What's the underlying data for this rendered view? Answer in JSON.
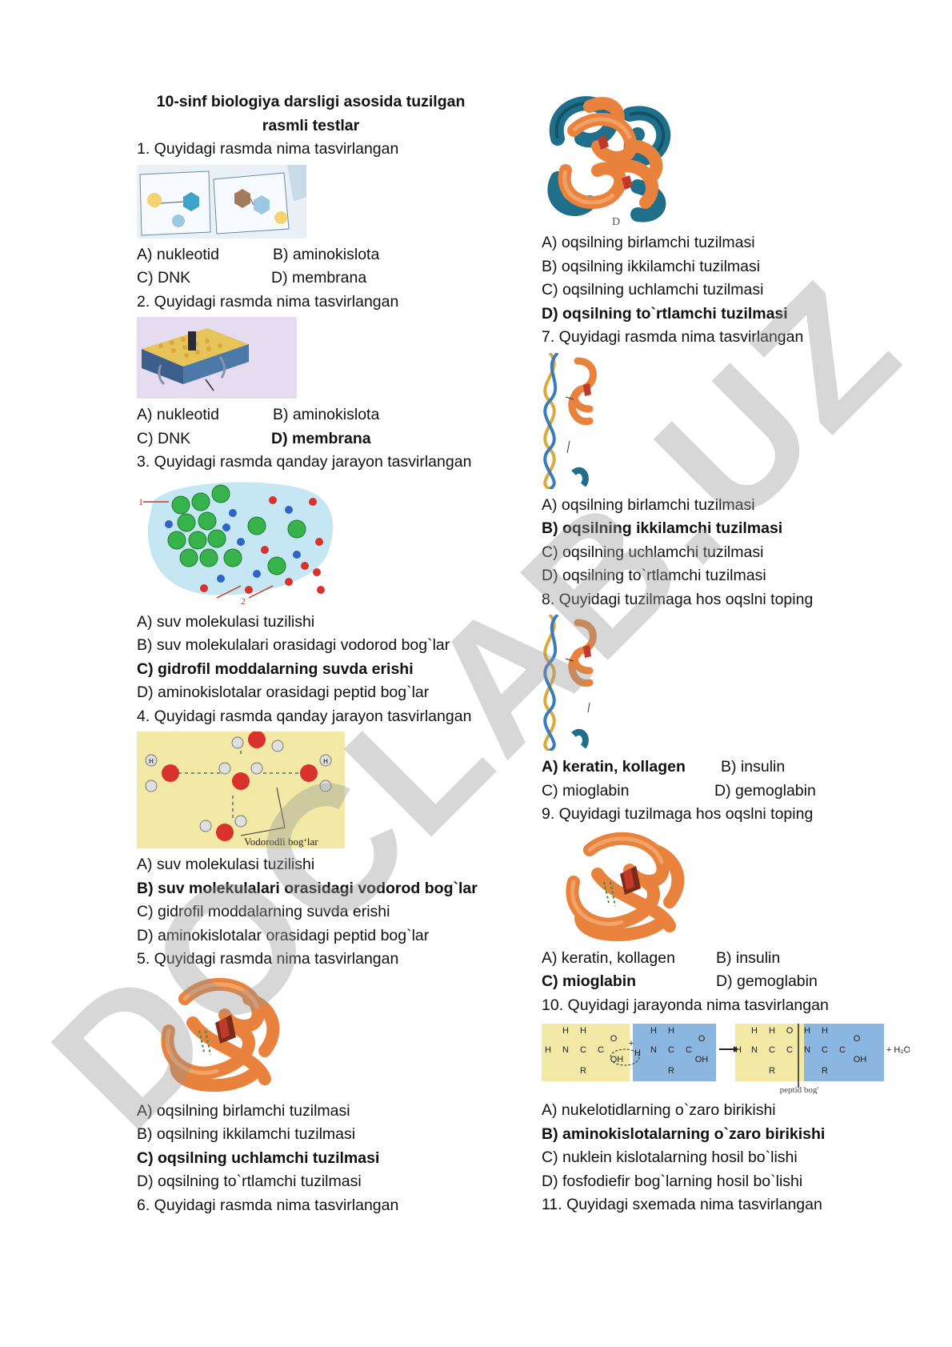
{
  "title_line1": "10-sinf biologiya darsligi asosida tuzilgan",
  "title_line2": "rasmli testlar",
  "q1": {
    "text": "1. Quyidagi rasmda nima tasvirlangan",
    "a": "A) nukleotid",
    "b": "B) aminokislota",
    "c": "C) DNK",
    "d": "D) membrana"
  },
  "q2": {
    "text": "2. Quyidagi rasmda nima tasvirlangan",
    "a": "A) nukleotid",
    "b": "B) aminokislota",
    "c": "C) DNK",
    "d": "D) membrana"
  },
  "q3": {
    "text": "3. Quyidagi rasmda qanday jarayon tasvirlangan",
    "label1": "1",
    "label2": "2",
    "a": "A) suv molekulasi tuzilishi",
    "b": "B) suv molekulalari orasidagi vodorod bog`lar",
    "c": "C) gidrofil moddalarning suvda erishi",
    "d": "D) aminokislotalar orasidagi peptid bog`lar"
  },
  "q4": {
    "text": "4. Quyidagi rasmda qanday jarayon tasvirlangan",
    "img_label": "Vodorodli bog‘lar",
    "atom_h": "H",
    "a": "A) suv molekulasi tuzilishi",
    "b": "B) suv molekulalari orasidagi vodorod bog`lar",
    "c": "C) gidrofil moddalarning suvda erishi",
    "d": "D) aminokislotalar orasidagi peptid bog`lar"
  },
  "q5": {
    "text": "5. Quyidagi rasmda nima tasvirlangan",
    "a": "A) oqsilning birlamchi tuzilmasi",
    "b": "B) oqsilning ikkilamchi tuzilmasi",
    "c": "C) oqsilning uchlamchi tuzilmasi",
    "d": "D) oqsilning to`rtlamchi tuzilmasi"
  },
  "q6": {
    "text": "6. Quyidagi rasmda nima tasvirlangan",
    "img_label": "D",
    "a": "A) oqsilning birlamchi tuzilmasi",
    "b": "B) oqsilning ikkilamchi tuzilmasi",
    "c": "C) oqsilning uchlamchi tuzilmasi",
    "d": "D) oqsilning to`rtlamchi tuzilmasi"
  },
  "q7": {
    "text": "7. Quyidagi rasmda nima tasvirlangan",
    "a": "A) oqsilning birlamchi tuzilmasi",
    "b": "B) oqsilning ikkilamchi tuzilmasi",
    "c": "C) oqsilning uchlamchi tuzilmasi",
    "d": "D) oqsilning to`rtlamchi tuzilmasi"
  },
  "q8": {
    "text": "8. Quyidagi tuzilmaga hos oqslni toping",
    "a": "A) keratin, kollagen",
    "b": "B) insulin",
    "c": "C) mioglabin",
    "d": "D) gemoglabin"
  },
  "q9": {
    "text": "9. Quyidagi tuzilmaga hos oqslni toping",
    "a": "A) keratin, kollagen",
    "b": "B) insulin",
    "c": "C) mioglabin",
    "d": "D) gemoglabin"
  },
  "q10": {
    "text": "10. Quyidagi jarayonda nima tasvirlangan",
    "formula_h": "H",
    "formula_n": "N",
    "formula_c": "C",
    "formula_o": "O",
    "formula_r": "R",
    "formula_oh": "OH",
    "formula_water": "+ H₂O",
    "formula_plus": "+",
    "peptide_label": "peptid bog'",
    "a": "A) nukelotidlarning o`zaro birikishi",
    "b": "B) aminokislotalarning o`zaro birikishi",
    "c": "C) nuklein kislotalarning hosil bo`lishi",
    "d": "D) fosfodiefir bog`larning hosil bo`lishi"
  },
  "q11": {
    "text": "11. Quyidagi sxemada nima tasvirlangan"
  },
  "watermark": "DOCLAB.UZ",
  "colors": {
    "protein_orange": "#e8823c",
    "protein_blue": "#1f6f8b",
    "water_red": "#d9312b",
    "bg_yellow": "#f3e9a6",
    "bg_blue": "#8ab6e0",
    "bg_lilac": "#e6dcef",
    "green_sphere": "#36b34a"
  }
}
